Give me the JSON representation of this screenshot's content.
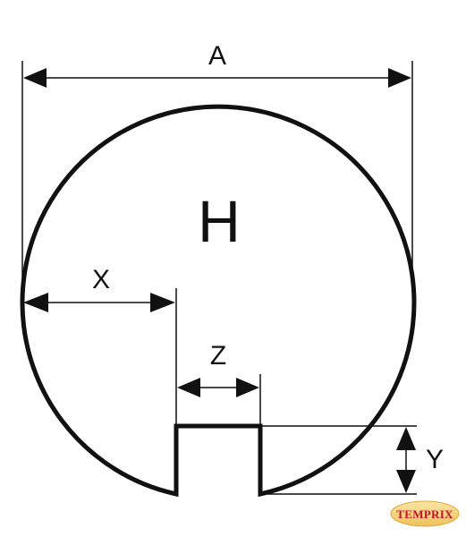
{
  "diagram": {
    "center_label": "H",
    "dimensions": {
      "a": "A",
      "x": "X",
      "z": "Z",
      "y": "Y"
    }
  },
  "logo": {
    "text": "TEMPRIX",
    "colors": {
      "fill": "#f6d27a",
      "text": "#c8102e"
    }
  },
  "colors": {
    "outline": "#111111",
    "background": "#ffffff"
  }
}
